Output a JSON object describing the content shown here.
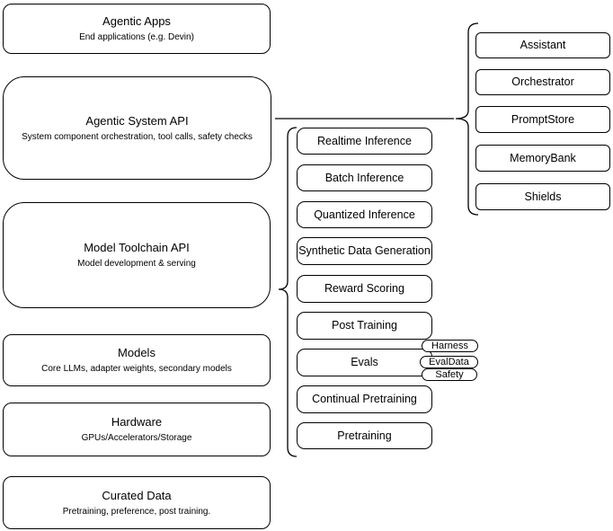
{
  "diagram": {
    "colors": {
      "stroke": "#000000",
      "fill": "#ffffff",
      "text": "#000000"
    },
    "left_column": {
      "items": [
        {
          "title": "Agentic Apps",
          "subtitle": "End applications (e.g. Devin)"
        },
        {
          "title": "Agentic System API",
          "subtitle": "System component orchestration, tool calls, safety checks"
        },
        {
          "title": "Model Toolchain API",
          "subtitle": "Model development & serving"
        },
        {
          "title": "Models",
          "subtitle": "Core LLMs, adapter weights, secondary models"
        },
        {
          "title": "Hardware",
          "subtitle": "GPUs/Accelerators/Storage"
        },
        {
          "title": "Curated Data",
          "subtitle": "Pretraining, preference, post training."
        }
      ]
    },
    "toolchain_group": {
      "items": [
        {
          "label": "Realtime Inference"
        },
        {
          "label": "Batch Inference"
        },
        {
          "label": "Quantized Inference"
        },
        {
          "label": "Synthetic Data Generation"
        },
        {
          "label": "Reward Scoring"
        },
        {
          "label": "Post Training"
        },
        {
          "label": "Evals"
        },
        {
          "label": "Continual Pretraining"
        },
        {
          "label": "Pretraining"
        }
      ],
      "eval_tags": [
        {
          "label": "Harness"
        },
        {
          "label": "EvalData"
        },
        {
          "label": "Safety"
        }
      ]
    },
    "system_group": {
      "items": [
        {
          "label": "Assistant"
        },
        {
          "label": "Orchestrator"
        },
        {
          "label": "PromptStore"
        },
        {
          "label": "MemoryBank"
        },
        {
          "label": "Shields"
        }
      ]
    }
  }
}
